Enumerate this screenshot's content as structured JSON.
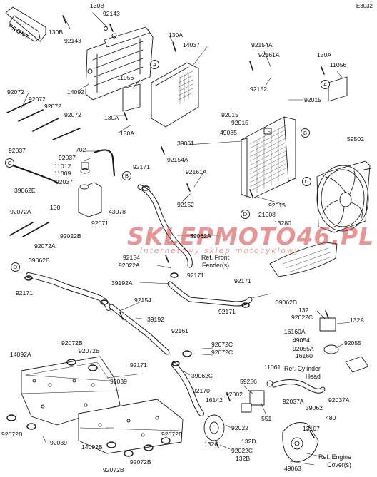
{
  "figure_code": "E3032",
  "front_label": "FRONT",
  "watermark": {
    "main": "SKLEPMOTO46.PL",
    "sub": "internetowy sklep motocyklowy"
  },
  "references": {
    "fender": [
      "Ref. Front",
      "Fender(s)"
    ],
    "cylinder_head": [
      "Ref. Cylinder",
      "Head"
    ],
    "engine_cover": [
      "Ref. Engine",
      "Cover(s)"
    ]
  },
  "callouts": [
    "A",
    "A",
    "B",
    "B",
    "C",
    "C",
    "D",
    "D"
  ],
  "part_labels": [
    "130B",
    "92143",
    "130B",
    "92143",
    "130A",
    "14037",
    "92154A",
    "92161A",
    "130A",
    "11056",
    "92072",
    "92072",
    "92072",
    "92072",
    "14092",
    "11056",
    "92152",
    "92015",
    "130A",
    "92015",
    "92015",
    "49085",
    "130A",
    "39061",
    "59502",
    "92037",
    "702",
    "92037",
    "11012",
    "11009",
    "39062E",
    "92037",
    "92171",
    "92154A",
    "92161A",
    "43078",
    "92072A",
    "130",
    "92071",
    "92072A",
    "92022B",
    "92152",
    "21008",
    "13280",
    "92015",
    "39062A",
    "39062B",
    "92154",
    "92022A",
    "92171",
    "92171",
    "39192A",
    "92154",
    "92171",
    "39062D",
    "92171",
    "39192",
    "132",
    "92022C",
    "132A",
    "92161",
    "16160A",
    "49054",
    "92072C",
    "92072C",
    "92055A",
    "16160",
    "92055",
    "14092A",
    "92072B",
    "92072B",
    "92171",
    "39062C",
    "92039",
    "11061",
    "59256",
    "92170",
    "92002",
    "16142",
    "551",
    "92037A",
    "92037A",
    "39062",
    "480",
    "92072B",
    "92039",
    "92022",
    "132D",
    "132C",
    "92022C",
    "132B",
    "13107",
    "14092B",
    "92072B",
    "92072B",
    "92072B",
    "49063"
  ]
}
